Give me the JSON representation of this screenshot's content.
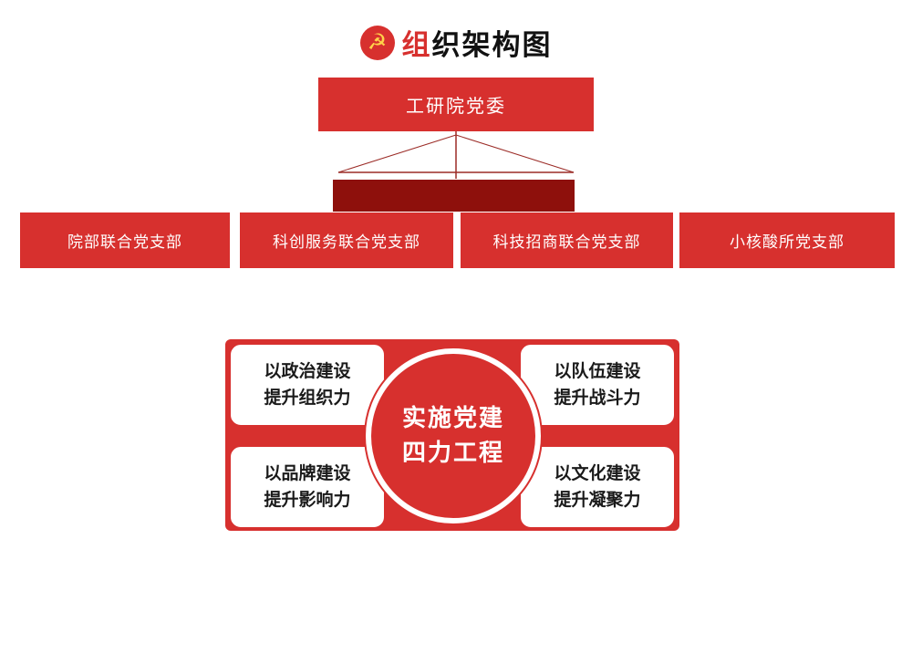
{
  "logo": {
    "emblem_icon": "party-emblem-icon",
    "title_red": "组",
    "title_black": "织架构图"
  },
  "org_chart": {
    "root": "工研院党委",
    "branches": [
      "院部联合党支部",
      "科创服务联合党支部",
      "科技招商联合党支部",
      "小核酸所党支部"
    ]
  },
  "four_forces": {
    "center_line1": "实施党建",
    "center_line2": "四力工程",
    "items": [
      {
        "position": "top-left",
        "line1": "以政治建设",
        "line2": "提升组织力"
      },
      {
        "position": "top-right",
        "line1": "以队伍建设",
        "line2": "提升战斗力"
      },
      {
        "position": "bottom-left",
        "line1": "以品牌建设",
        "line2": "提升影响力"
      },
      {
        "position": "bottom-right",
        "line1": "以文化建设",
        "line2": "提升凝聚力"
      }
    ]
  },
  "colors": {
    "primary_red": "#d7302e",
    "dark_red": "#8e100c",
    "gold": "#ffd24a"
  }
}
